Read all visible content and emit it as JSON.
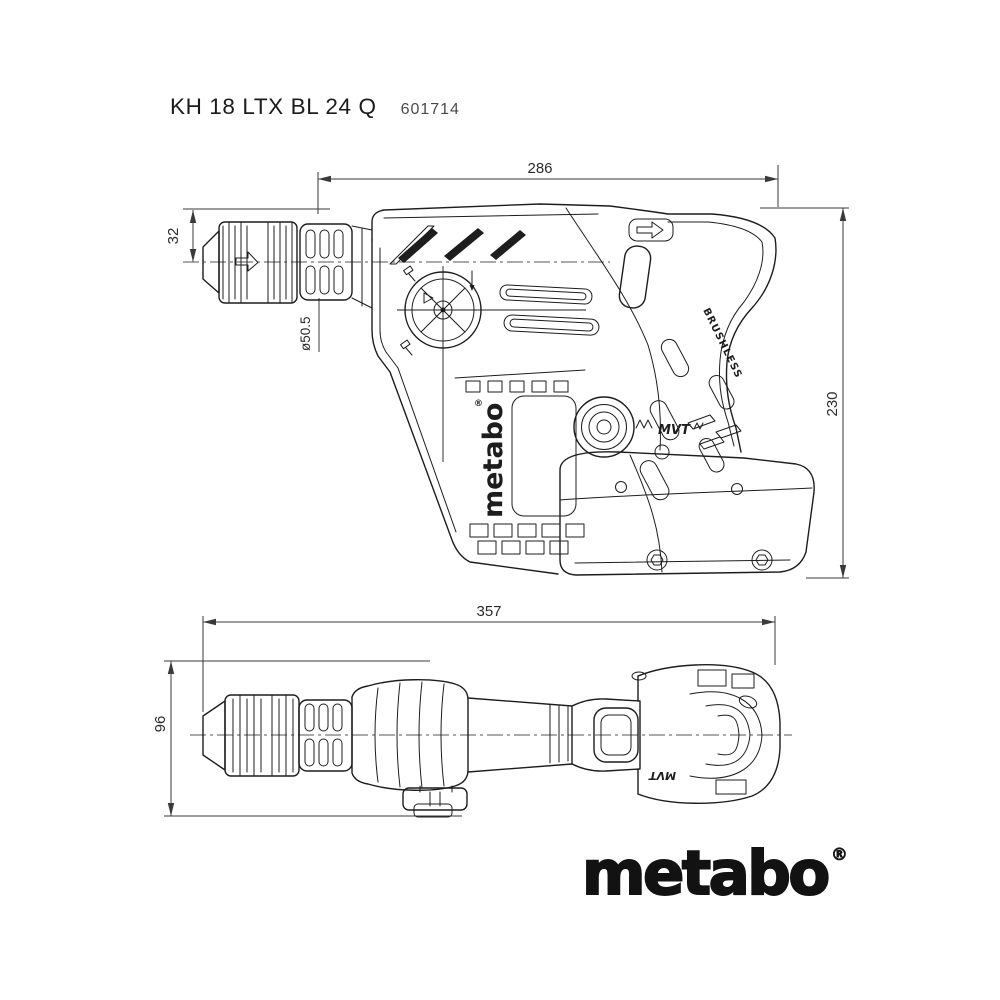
{
  "header": {
    "model": "KH 18 LTX BL 24 Q",
    "article_number": "601714"
  },
  "dimensions": {
    "side_view": {
      "length": "286",
      "height": "230",
      "spindle_to_top": "32",
      "collar_diameter": "ø50.5"
    },
    "top_view": {
      "length": "357",
      "width": "96"
    }
  },
  "tool_markings": {
    "body_logo": "metabo",
    "body_logo_registered": "®",
    "brushless_label": "BRUSHLESS",
    "mvt_side": "MVT",
    "mvt_top": "MVT"
  },
  "branding": {
    "wordmark": "metabo",
    "registered_mark": "®"
  },
  "colors": {
    "background": "#ffffff",
    "drawing_line": "#1d1d1d",
    "dimension_line": "#3a3a3a",
    "title_text": "#1c1c1c",
    "article_number_text": "#4a4a4a",
    "wordmark_text": "#121212"
  }
}
